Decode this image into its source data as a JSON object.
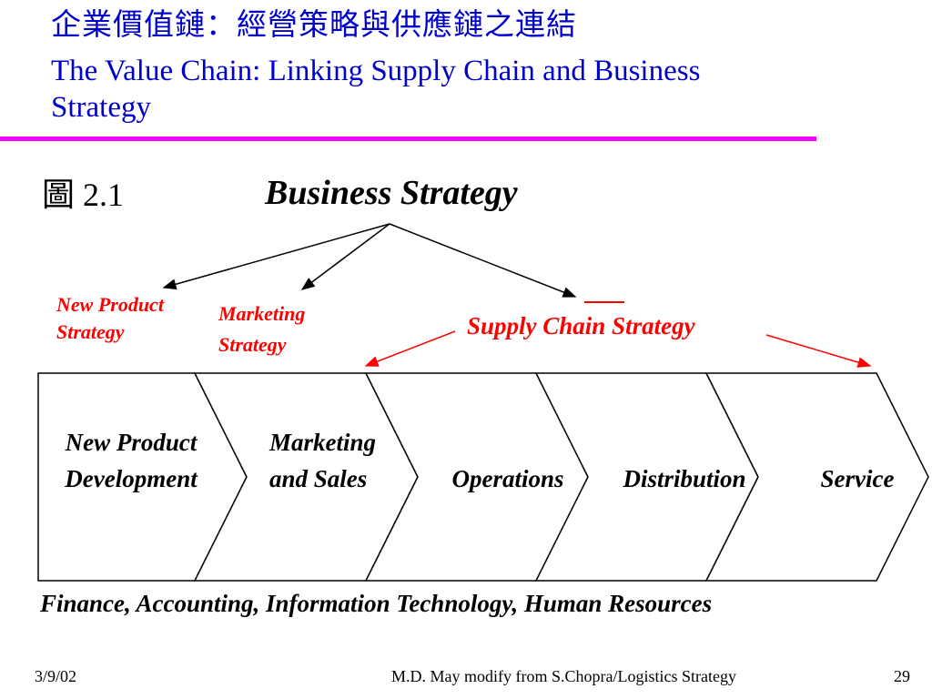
{
  "title": {
    "zh": "企業價值鏈：經營策略與供應鏈之連結",
    "en": "The Value Chain: Linking Supply Chain and Business Strategy"
  },
  "figure_label": "圖 2.1",
  "diagram": {
    "root": "Business Strategy",
    "strategies": {
      "new_product": "New Product Strategy",
      "marketing": "Marketing Strategy",
      "supply_chain": "Supply Chain Strategy"
    },
    "chain": [
      "New Product Development",
      "Marketing and Sales",
      "Operations",
      "Distribution",
      "Service"
    ],
    "support": "Finance, Accounting, Information Technology, Human Resources"
  },
  "footer": {
    "date": "3/9/02",
    "credit": "M.D. May modify from S.Chopra/Logistics Strategy",
    "page": "29"
  },
  "colors": {
    "title": "#0000cc",
    "rule": "#ff00ff",
    "accent": "#ff0000"
  }
}
